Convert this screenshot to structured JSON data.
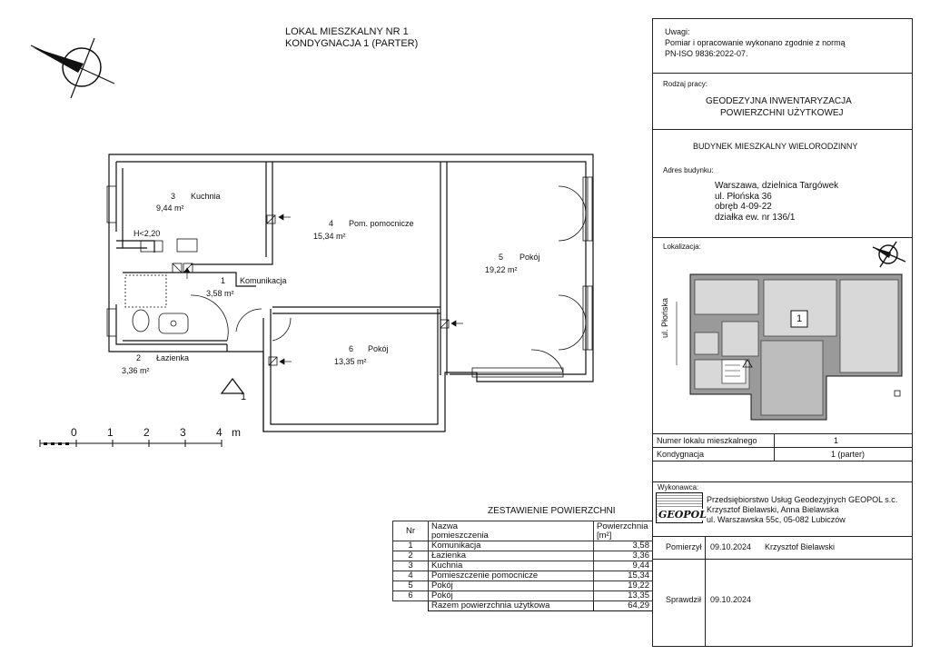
{
  "header": {
    "title": "LOKAL MIESZKALNY NR 1",
    "floor": "KONDYGNACJA 1 (PARTER)"
  },
  "rooms": [
    {
      "nr": "1",
      "name": "Komunikacja",
      "area": "3,58 m²"
    },
    {
      "nr": "2",
      "name": "Łazienka",
      "area": "3,36 m²"
    },
    {
      "nr": "3",
      "name": "Kuchnia",
      "area": "9,44 m²"
    },
    {
      "nr": "4",
      "name": "Pom. pomocnicze",
      "area": "15,34 m²"
    },
    {
      "nr": "5",
      "name": "Pokój",
      "area": "19,22 m²"
    },
    {
      "nr": "6",
      "name": "Pokój",
      "area": "13,35 m²"
    }
  ],
  "plan_note": "H<2,20",
  "entrance_label": "1",
  "scale": {
    "ticks": [
      "0",
      "1",
      "2",
      "3",
      "4"
    ],
    "unit": "m"
  },
  "summary": {
    "title": "ZESTAWIENIE POWIERZCHNI",
    "col_nr": "Nr",
    "col_name_1": "Nazwa",
    "col_name_2": "pomieszczenia",
    "col_area_1": "Powierzchnia",
    "col_area_2": "[m²]",
    "rows": [
      {
        "nr": "1",
        "name": "Komunikacja",
        "area": "3,58"
      },
      {
        "nr": "2",
        "name": "Łazienka",
        "area": "3,36"
      },
      {
        "nr": "3",
        "name": "Kuchnia",
        "area": "9,44"
      },
      {
        "nr": "4",
        "name": "Pomieszczenie pomocnicze",
        "area": "15,34"
      },
      {
        "nr": "5",
        "name": "Pokój",
        "area": "19,22"
      },
      {
        "nr": "6",
        "name": "Pokój",
        "area": "13,35"
      }
    ],
    "total_label": "Razem powierzchnia użytkowa",
    "total_value": "64,29"
  },
  "titleblock": {
    "remarks_label": "Uwagi:",
    "remarks_1": "Pomiar i opracowanie wykonano zgodnie z normą",
    "remarks_2": "PN-ISO 9836:2022-07.",
    "work_type_label": "Rodzaj pracy:",
    "work_type_1": "GEODEZYJNA INWENTARYZACJA",
    "work_type_2": "POWIERZCHNI UŻYTKOWEJ",
    "building": "BUDYNEK MIESZKALNY WIELORODZINNY",
    "address_label": "Adres budynku:",
    "address": [
      "Warszawa, dzielnica Targówek",
      "ul. Płońska 36",
      "obręb 4-09-22",
      "działka ew. nr 136/1"
    ],
    "location_label": "Lokalizacja:",
    "street_label": "ul. Płońska",
    "location_unit": "1",
    "unit_no_label": "Numer lokalu mieszkalnego",
    "unit_no": "1",
    "floor_label": "Kondygnacja",
    "floor_value": "1 (parter)",
    "contractor_label": "Wykonawca:",
    "logo_text": "GEOPOL",
    "contractor": [
      "Przedsiębiorstwo Usług Geodezyjnych GEOPOL s.c.",
      "Krzysztof Bielawski, Anna Bielawska",
      "ul. Warszawska 55c, 05-082 Lubiczów"
    ],
    "measured_label": "Pomierzył",
    "measured_date": "09.10.2024",
    "measured_by": "Krzysztof Bielawski",
    "checked_label": "Sprawdził",
    "checked_date": "09.10.2024"
  }
}
